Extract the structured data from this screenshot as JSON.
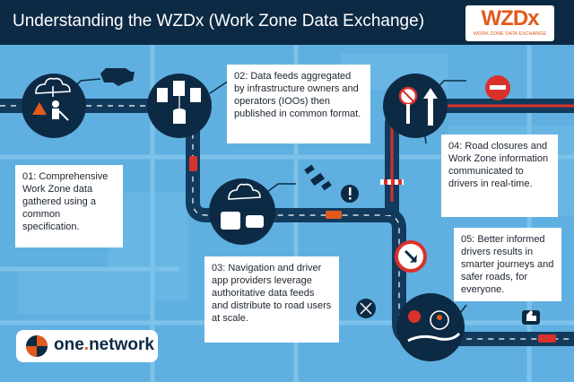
{
  "header": {
    "title": "Understanding the WZDx (Work Zone Data Exchange)"
  },
  "logo": {
    "main": "WZDx",
    "sub": "WORK ZONE DATA EXCHANGE"
  },
  "steps": [
    {
      "text": "01: Comprehensive Work Zone data gathered using a common specification."
    },
    {
      "text": "02: Data feeds aggregated by infrastructure owners and operators (IOOs) then published in common format."
    },
    {
      "text": "03: Navigation and driver app providers leverage authoritative data feeds and distribute to road users at scale."
    },
    {
      "text": "04: Road closures and Work Zone information communicated to drivers in real-time."
    },
    {
      "text": "05: Better informed drivers results in smarter journeys and safer roads, for everyone."
    }
  ],
  "brand": {
    "name": "one",
    "dot": ".",
    "suffix": "network"
  },
  "colors": {
    "background": "#5fb0e0",
    "road": "#123a5c",
    "header": "#0d2a44",
    "accent": "#e25a1c",
    "closure": "#d9312b",
    "white": "#ffffff"
  }
}
